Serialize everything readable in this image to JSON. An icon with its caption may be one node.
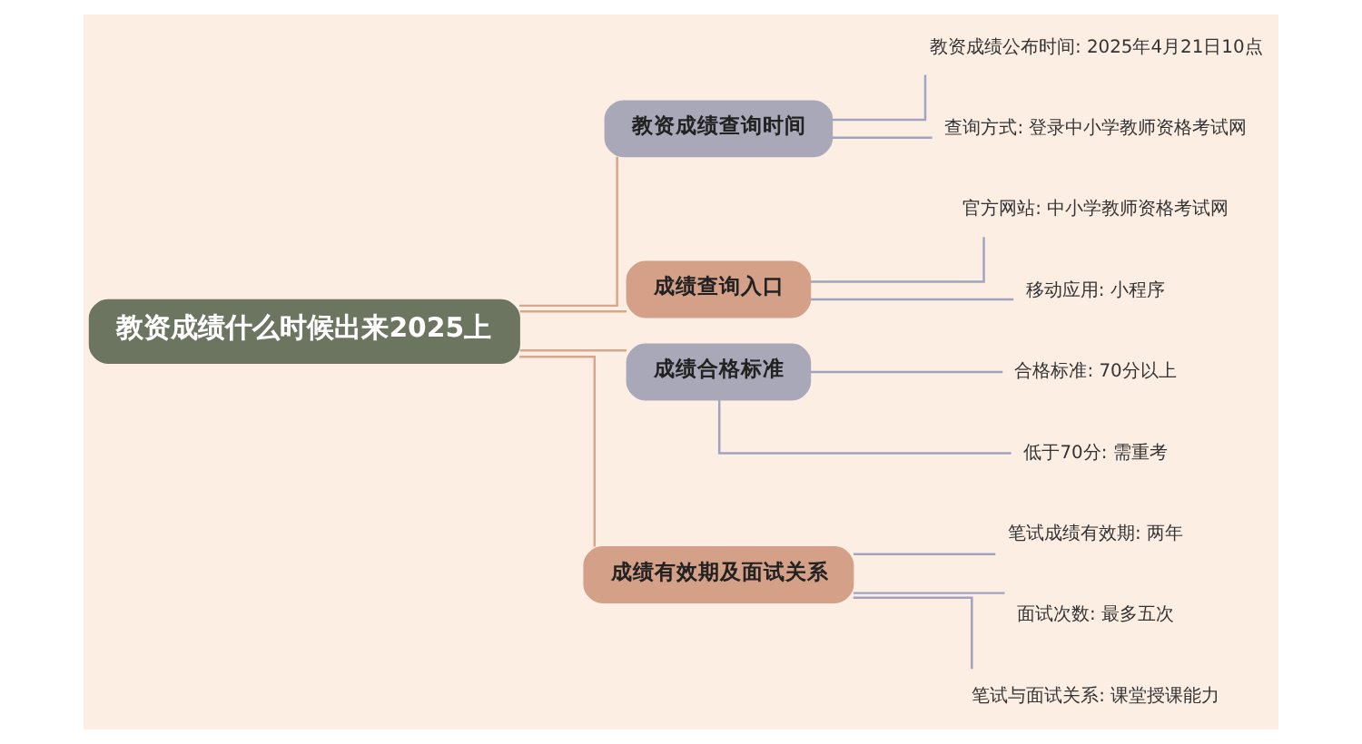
{
  "diagram": {
    "nodes": [
      {
        "text": [
          "教资成绩什么时候出来2025上"
        ]
      },
      {
        "text": [
          "教资成绩查询时间"
        ]
      },
      {
        "text": [
          "教资成绩公布时间: 2025年4月21日10点"
        ]
      },
      {
        "text": [
          "查询方式: 登录中小学教师资格考试网"
        ]
      },
      {
        "text": [
          "成绩查询入口"
        ]
      },
      {
        "text": [
          "官方网站: 中小学教师资格考试网"
        ]
      },
      {
        "text": [
          "移动应用: 小程序"
        ]
      },
      {
        "text": [
          "成绩合格标准"
        ]
      },
      {
        "text": [
          "合格标准: 70分以上"
        ]
      },
      {
        "text": [
          "低于70分: 需重考"
        ]
      },
      {
        "text": [
          "成绩有效期及面试关系"
        ]
      },
      {
        "text": [
          "笔试成绩有效期: 两年"
        ]
      },
      {
        "text": [
          "面试次数: 最多五次"
        ]
      },
      {
        "text": [
          "笔试与面试关系: 课堂授课能力"
        ]
      }
    ],
    "edges": [
      {
        "from": 0,
        "to": 1,
        "arrow": "none",
        "color": "#d9a58c"
      },
      {
        "from": 1,
        "to": 2,
        "arrow": "none"
      },
      {
        "from": 1,
        "to": 3,
        "arrow": "none"
      },
      {
        "from": 0,
        "to": 4,
        "arrow": "none",
        "color": "#d9a58c"
      },
      {
        "from": 4,
        "to": 5,
        "arrow": "none"
      },
      {
        "from": 4,
        "to": 6,
        "arrow": "none"
      },
      {
        "from": 0,
        "to": 7,
        "arrow": "none",
        "color": "#d9a58c"
      },
      {
        "from": 7,
        "to": 8,
        "arrow": "none"
      },
      {
        "from": 7,
        "to": 9,
        "arrow": "none"
      },
      {
        "from": 0,
        "to": 10,
        "arrow": "none",
        "color": "#d9a58c"
      },
      {
        "from": 10,
        "to": 11,
        "arrow": "none"
      },
      {
        "from": 10,
        "to": 12,
        "arrow": "none"
      },
      {
        "from": 10,
        "to": 13,
        "arrow": "none"
      }
    ]
  }
}
